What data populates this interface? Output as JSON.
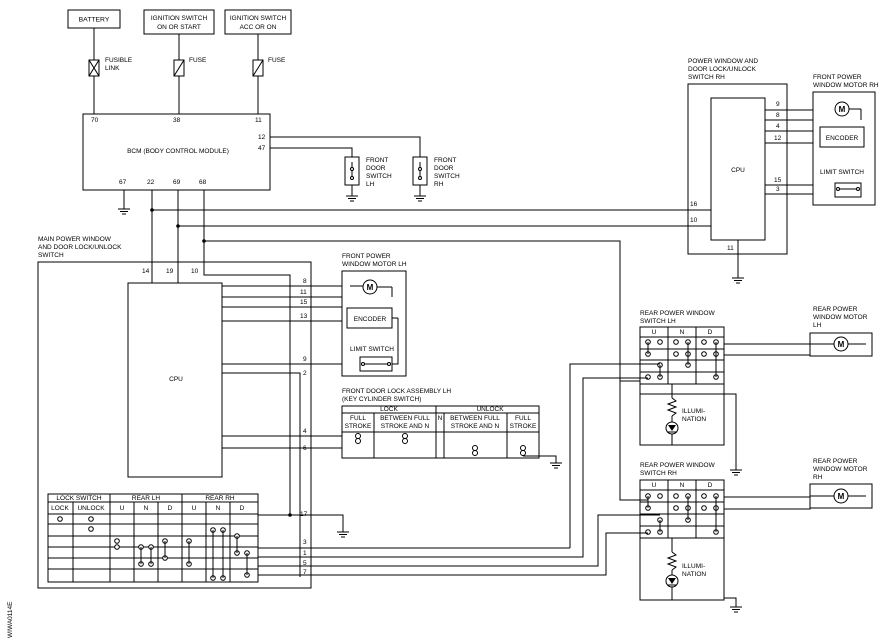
{
  "power": {
    "battery": "BATTERY",
    "ign_line1": "IGNITION SWITCH",
    "ign_line2": "ON OR START",
    "acc_line1": "IGNITION SWITCH",
    "acc_line2": "ACC OR ON",
    "fusible_line1": "FUSIBLE",
    "fusible_line2": "LINK",
    "fuse1": "FUSE",
    "fuse2": "FUSE"
  },
  "bcm": {
    "label": "BCM (BODY CONTROL MODULE)",
    "pins": {
      "p70": "70",
      "p38": "38",
      "p11": "11",
      "p12": "12",
      "p47": "47",
      "p67": "67",
      "p22": "22",
      "p69": "69",
      "p68": "68"
    }
  },
  "door_switch_lh": {
    "l1": "FRONT",
    "l2": "DOOR",
    "l3": "SWITCH",
    "l4": "LH"
  },
  "door_switch_rh": {
    "l1": "FRONT",
    "l2": "DOOR",
    "l3": "SWITCH",
    "l4": "RH"
  },
  "rh_switch": {
    "l1": "POWER WINDOW AND",
    "l2": "DOOR LOCK/UNLOCK",
    "l3": "SWITCH RH",
    "cpu": "CPU",
    "pins": {
      "p9": "9",
      "p8": "8",
      "p4": "4",
      "p12": "12",
      "p15": "15",
      "p3": "3",
      "p16": "16",
      "p10": "10",
      "p11": "11"
    }
  },
  "motor_rh": {
    "l1": "FRONT POWER",
    "l2": "WINDOW MOTOR RH",
    "encoder": "ENCODER",
    "limit": "LIMIT SWITCH",
    "m": "M"
  },
  "main_switch": {
    "l1": "MAIN POWER WINDOW",
    "l2": "AND DOOR LOCK/UNLOCK",
    "l3": "SWITCH",
    "cpu": "CPU",
    "top_pins": {
      "p14": "14",
      "p19": "19",
      "p10": "10"
    },
    "pins": {
      "p8": "8",
      "p11": "11",
      "p15": "15",
      "p13": "13",
      "p9": "9",
      "p2": "2",
      "p4": "4",
      "p6": "6",
      "p17": "17",
      "p3": "3",
      "p1": "1",
      "p5": "5",
      "p7": "7"
    }
  },
  "motor_lh": {
    "l1": "FRONT POWER",
    "l2": "WINDOW MOTOR LH",
    "encoder": "ENCODER",
    "limit": "LIMIT SWITCH",
    "m": "M"
  },
  "door_lock": {
    "l1": "FRONT DOOR LOCK ASSEMBLY LH",
    "l2": "(KEY CYLINDER SWITCH)",
    "lock": "LOCK",
    "unlock": "UNLOCK",
    "full1": "FULL",
    "stroke1": "STROKE",
    "between1a": "BETWEEN FULL",
    "between1b": "STROKE AND N",
    "n": "N",
    "between2a": "BETWEEN FULL",
    "between2b": "STROKE AND N",
    "full2": "FULL",
    "stroke2": "STROKE"
  },
  "lock_table": {
    "lock_switch": "LOCK SWITCH",
    "rear_lh": "REAR LH",
    "rear_rh": "REAR RH",
    "lock": "LOCK",
    "unlock": "UNLOCK",
    "u1": "U",
    "n1": "N",
    "d1": "D",
    "u2": "U",
    "n2": "N",
    "d2": "D"
  },
  "rear_lh": {
    "l1": "REAR POWER WINDOW",
    "l2": "SWITCH LH",
    "u": "U",
    "n": "N",
    "d": "D",
    "illum1": "ILLUMI-",
    "illum2": "NATION"
  },
  "rear_rh": {
    "l1": "REAR POWER WINDOW",
    "l2": "SWITCH RH",
    "u": "U",
    "n": "N",
    "d": "D",
    "illum1": "ILLUMI-",
    "illum2": "NATION"
  },
  "rear_motor_lh": {
    "l1": "REAR POWER",
    "l2": "WINDOW MOTOR",
    "l3": "LH",
    "m": "M"
  },
  "rear_motor_rh": {
    "l1": "REAR POWER",
    "l2": "WINDOW MOTOR",
    "l3": "RH",
    "m": "M"
  },
  "code": "WIWA0114E"
}
